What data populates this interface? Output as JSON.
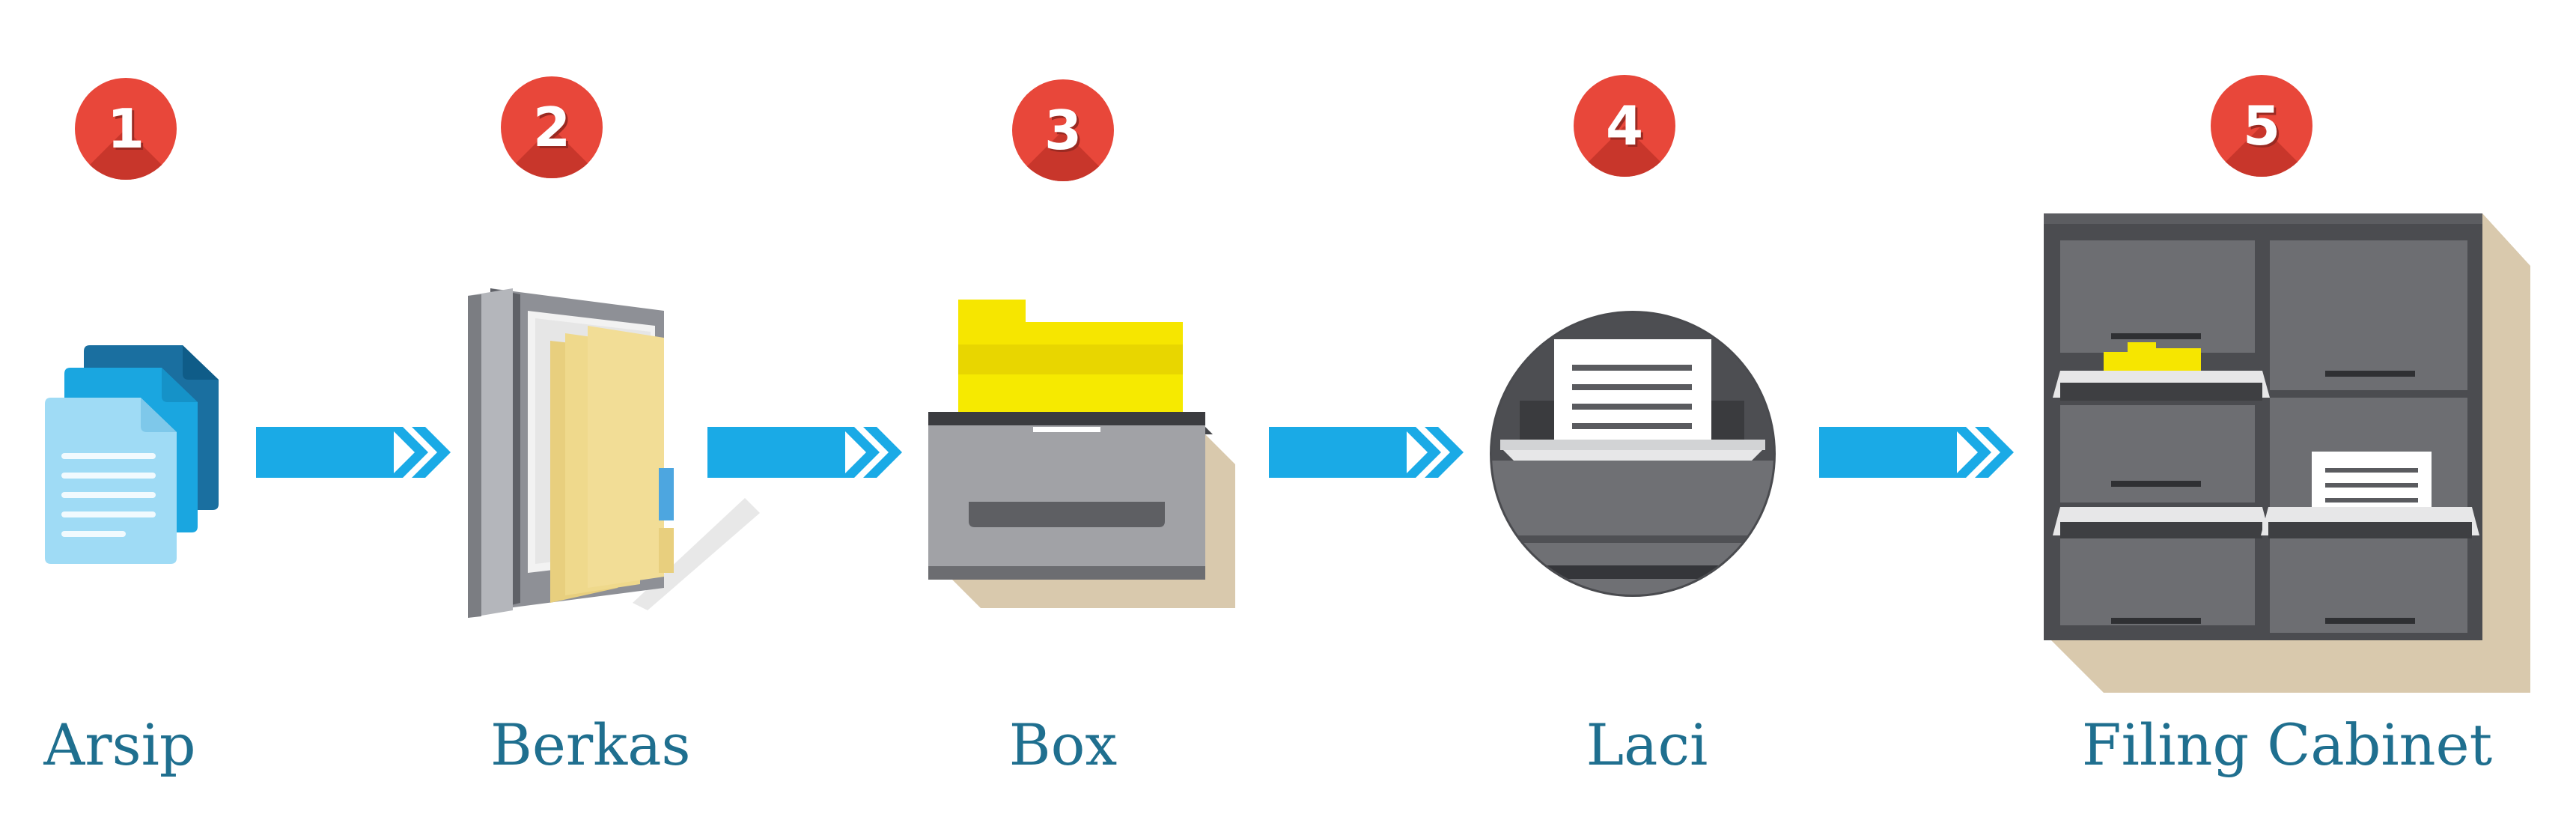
{
  "steps": [
    {
      "number": "1",
      "label": "Arsip",
      "icon": "documents-icon"
    },
    {
      "number": "2",
      "label": "Berkas",
      "icon": "folder-icon"
    },
    {
      "number": "3",
      "label": "Box",
      "icon": "box-icon"
    },
    {
      "number": "4",
      "label": "Laci",
      "icon": "drawer-icon"
    },
    {
      "number": "5",
      "label": "Filing Cabinet",
      "icon": "filing-cabinet-icon"
    }
  ],
  "colors": {
    "badge": "#e8473a",
    "badge_shadow": "#c8362b",
    "label": "#1f6f8f",
    "arrow": "#1aaae6",
    "folder_yellow": "#f6e600",
    "cabinet_gray": "#5e5f62",
    "shadow_tan": "#d9c9ad"
  }
}
